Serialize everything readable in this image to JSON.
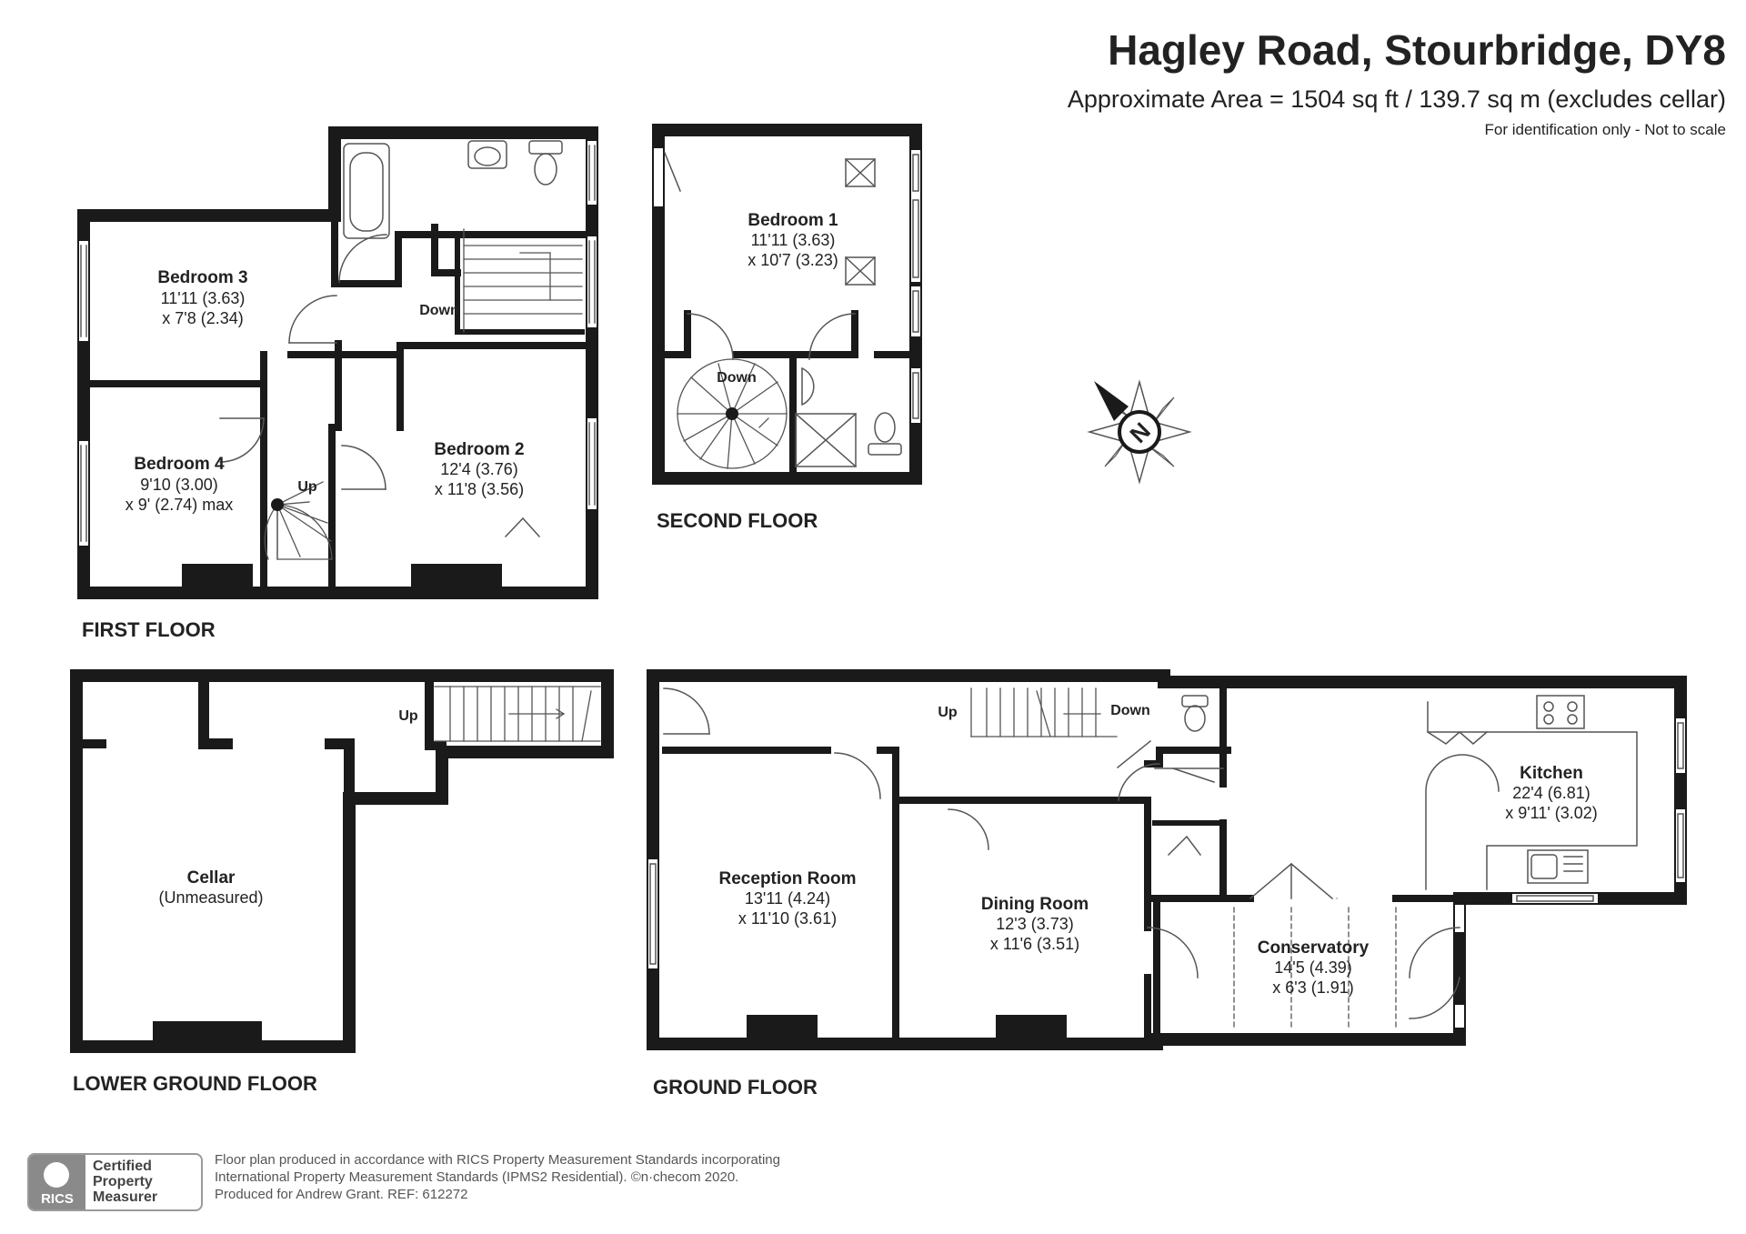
{
  "header": {
    "title": "Hagley Road, Stourbridge, DY8",
    "area": "Approximate Area = 1504 sq ft / 139.7 sq m (excludes cellar)",
    "note": "For identification only - Not to scale"
  },
  "floors": {
    "first": "FIRST FLOOR",
    "second": "SECOND FLOOR",
    "lower_ground": "LOWER GROUND FLOOR",
    "ground": "GROUND FLOOR"
  },
  "rooms": {
    "bedroom3": {
      "name": "Bedroom 3",
      "d1": "11'11 (3.63)",
      "d2": "x 7'8 (2.34)"
    },
    "bedroom4": {
      "name": "Bedroom 4",
      "d1": "9'10 (3.00)",
      "d2": "x 9' (2.74) max"
    },
    "bedroom2": {
      "name": "Bedroom 2",
      "d1": "12'4 (3.76)",
      "d2": "x 11'8 (3.56)"
    },
    "bedroom1": {
      "name": "Bedroom 1",
      "d1": "11'11 (3.63)",
      "d2": "x 10'7 (3.23)"
    },
    "cellar": {
      "name": "Cellar",
      "d1": "(Unmeasured)"
    },
    "reception": {
      "name": "Reception Room",
      "d1": "13'11 (4.24)",
      "d2": "x 11'10 (3.61)"
    },
    "dining": {
      "name": "Dining Room",
      "d1": "12'3 (3.73)",
      "d2": "x 11'6 (3.51)"
    },
    "kitchen": {
      "name": "Kitchen",
      "d1": "22'4 (6.81)",
      "d2": "x 9'11' (3.02)"
    },
    "conservatory": {
      "name": "Conservatory",
      "d1": "14'5 (4.39)",
      "d2": "x 6'3 (1.91)"
    }
  },
  "stairs": {
    "down": "Down",
    "up": "Up"
  },
  "compass": {
    "letter": "N"
  },
  "footer": {
    "badge_lines": [
      "Certified",
      "Property",
      "Measurer"
    ],
    "badge_brand": "RICS",
    "disclaimer_1": "Floor plan produced in accordance with RICS Property Measurement Standards incorporating",
    "disclaimer_2": "International Property Measurement Standards (IPMS2 Residential).  ©n·checom 2020.",
    "disclaimer_3": "Produced for Andrew Grant.   REF:  612272"
  },
  "colors": {
    "wall": "#1a1a1a",
    "line": "#555555",
    "fixture": "#9a9a9a"
  }
}
